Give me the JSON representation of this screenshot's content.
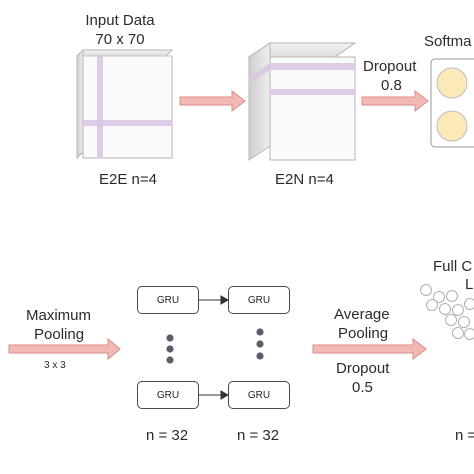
{
  "input": {
    "title": "Input Data",
    "size": "70 x 70",
    "layer_label": "E2E n=4"
  },
  "e2n": {
    "layer_label": "E2N n=4"
  },
  "dropout_top": {
    "label": "Dropout",
    "value": "0.8"
  },
  "softmax": {
    "label": "Softma"
  },
  "max_pooling": {
    "line1": "Maximum",
    "line2": "Pooling",
    "size": "3 x 3"
  },
  "gru": {
    "cells": [
      "GRU",
      "GRU",
      "GRU",
      "GRU"
    ],
    "left_count": "n = 32",
    "right_count": "n = 32"
  },
  "avg_pooling": {
    "line1": "Average",
    "line2": "Pooling"
  },
  "dropout_bottom": {
    "label": "Dropout",
    "value": "0.5"
  },
  "full_connected": {
    "line1": "Full C",
    "line2": "L",
    "count": "n ="
  },
  "colors": {
    "arrow": "#f2b8b4",
    "arrow_stroke": "#d98b86",
    "cube_stripe": "#d9c6e6",
    "softmax_fill": "#fce9b8",
    "node_stroke": "#999999",
    "dot": "#5a5f6b"
  }
}
